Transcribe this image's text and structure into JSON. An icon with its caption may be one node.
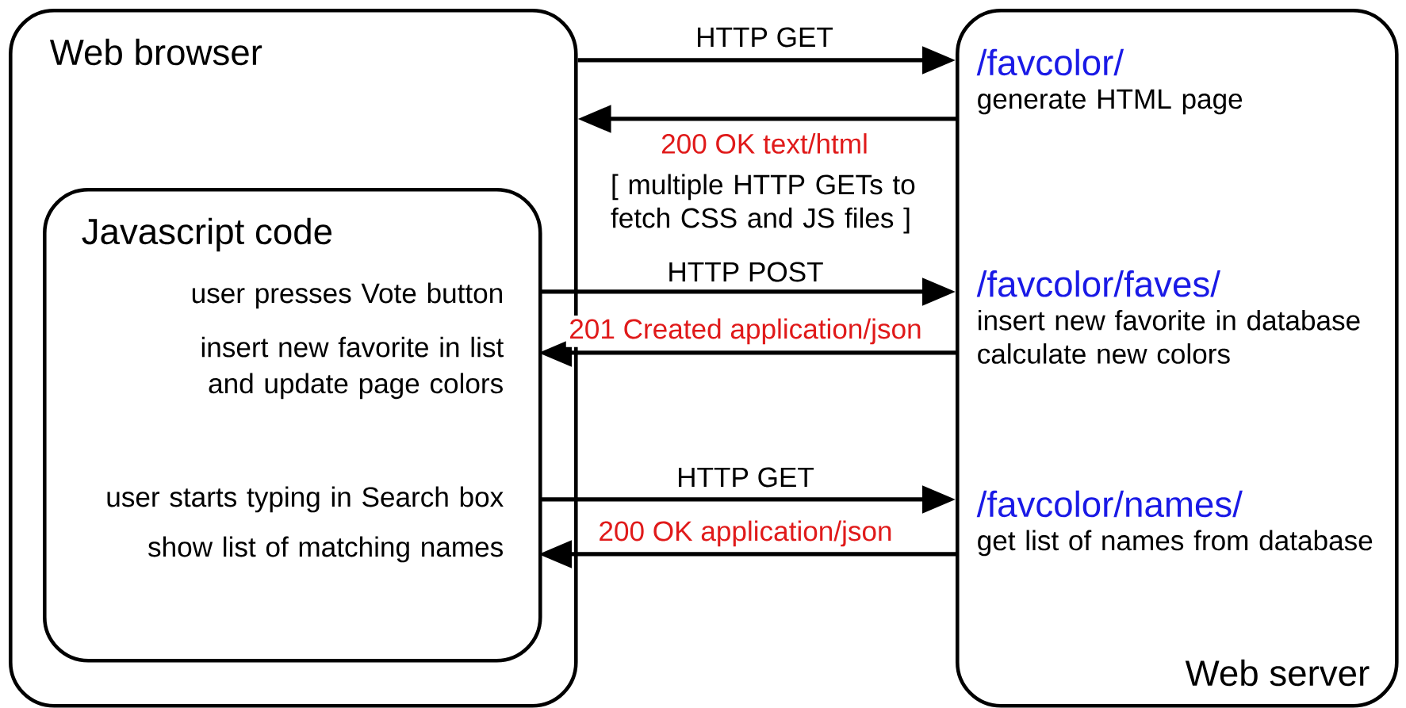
{
  "diagram": {
    "nodes": [
      {
        "text": [
          "Web browser"
        ]
      },
      {
        "text": [
          "Javascript code"
        ],
        "in": 0
      },
      {
        "text": [
          "user presses Vote button"
        ],
        "in": 1
      },
      {
        "text": [
          "insert new favorite in list and update page colors"
        ],
        "in": 1
      },
      {
        "text": [
          "user starts typing in Search box"
        ],
        "in": 1
      },
      {
        "text": [
          "show list of matching names"
        ],
        "in": 1
      },
      {
        "text": [
          "Web server"
        ]
      },
      {
        "text": [
          "/favcolor/",
          "generate HTML page"
        ],
        "in": 6
      },
      {
        "text": [
          "/favcolor/faves/",
          "insert new favorite in database calculate new colors"
        ],
        "in": 6
      },
      {
        "text": [
          "/favcolor/names/",
          "get list of names from database"
        ],
        "in": 6
      }
    ],
    "edges": [
      {
        "from": 0,
        "to": 7,
        "arrow": "to",
        "label": "HTTP GET"
      },
      {
        "from": 7,
        "to": 0,
        "arrow": "to",
        "label": "200 OK text/html"
      },
      {
        "from": 2,
        "to": 8,
        "arrow": "to",
        "label": "HTTP POST"
      },
      {
        "from": 8,
        "to": 3,
        "arrow": "to",
        "label": "201 Created application/json"
      },
      {
        "from": 4,
        "to": 9,
        "arrow": "to",
        "label": "HTTP GET"
      },
      {
        "from": 9,
        "to": 5,
        "arrow": "to",
        "label": "200 OK application/json"
      }
    ],
    "labels": [
      "[ multiple HTTP GETs to fetch CSS and JS files ]"
    ]
  }
}
